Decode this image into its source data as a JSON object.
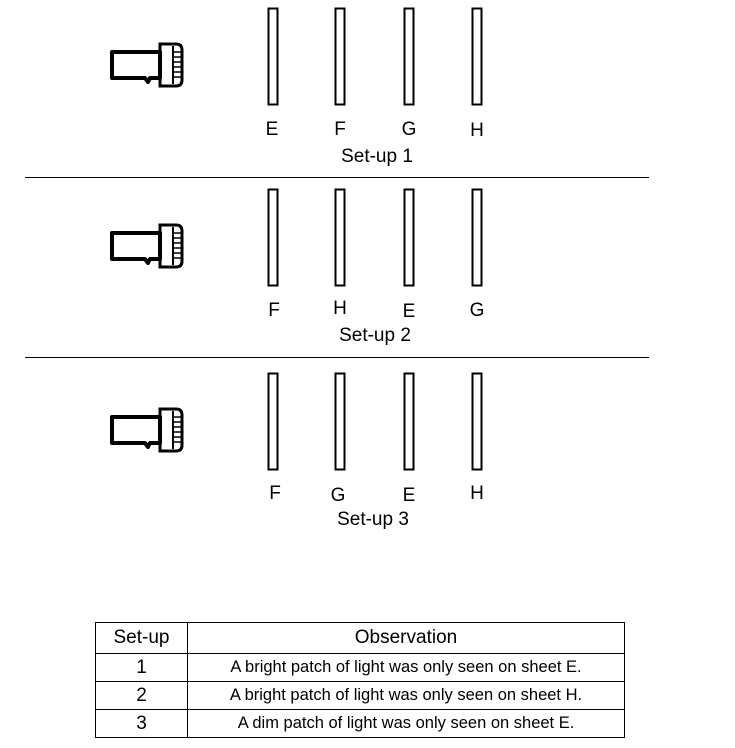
{
  "setups": [
    {
      "caption": "Set-up 1",
      "sheets": [
        "E",
        "F",
        "G",
        "H"
      ],
      "torch_icon": "torch-icon"
    },
    {
      "caption": "Set-up 2",
      "sheets": [
        "F",
        "H",
        "E",
        "G"
      ],
      "torch_icon": "torch-icon"
    },
    {
      "caption": "Set-up 3",
      "sheets": [
        "F",
        "G",
        "E",
        "H"
      ],
      "torch_icon": "torch-icon"
    }
  ],
  "table": {
    "headers": [
      "Set-up",
      "Observation"
    ],
    "rows": [
      {
        "setup": "1",
        "observation": "A bright patch of light was only seen on sheet E."
      },
      {
        "setup": "2",
        "observation": "A bright patch of light was only seen on sheet H."
      },
      {
        "setup": "3",
        "observation": "A dim patch of light was only seen on sheet E."
      }
    ]
  },
  "colors": {
    "line": "#000000",
    "background": "#ffffff"
  }
}
